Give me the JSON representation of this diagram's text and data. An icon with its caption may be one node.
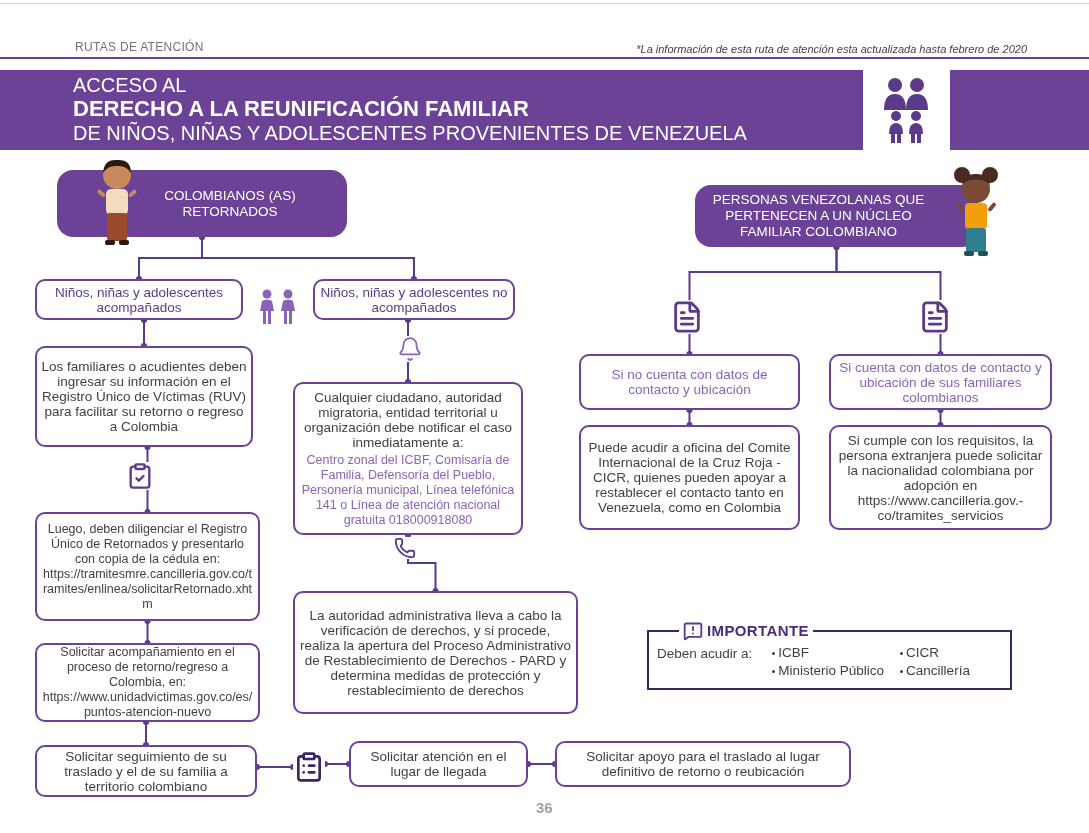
{
  "diagram": {
    "title": "ACCESO AL **DERECHO A LA REUNIFICACIÓN FAMILIAR** DE NIÑOS, NIÑAS Y ADOLESCENTES PROVENIENTES DE VENEZUELA",
    "nodes": [
      {
        "text": [
          "COLOMBIANOS (AS) RETORNADOS"
        ]
      },
      {
        "text": [
          "Niños, niñas y adolescentes acompañados"
        ]
      },
      {
        "text": [
          "Niños, niñas y adolescentes no acompañados"
        ]
      },
      {
        "text": [
          "Los familiares o acudientes deben ingresar su información en el Registro Único de Víctimas (RUV) para facilitar su retorno o regreso a Colombia"
        ]
      },
      {
        "text": [
          "Luego, deben diligenciar el Registro Único de Retornados y presentarlo con copia de la cédula en: https://tramitesmre.cancilleria.gov.co/tramites/enlinea/solicitarRetornado.xhtm"
        ]
      },
      {
        "text": [
          "Solicitar acompañamiento en el proceso de retorno/regreso a Colombia, en: https://www.unidadvictimas.gov.co/es/puntos-atencion-nuevo"
        ]
      },
      {
        "text": [
          "Solicitar seguimiento de su traslado y el de su familia a territorio colombiano"
        ]
      },
      {
        "text": [],
        "shape": "picture"
      },
      {
        "text": [
          "Solicitar atención en el lugar de llegada"
        ]
      },
      {
        "text": [
          "Solicitar apoyo para el traslado al lugar definitivo de retorno o reubicación"
        ]
      },
      {
        "text": [
          "Cualquier ciudadano, autoridad migratoria, entidad territorial u organización debe notificar el caso inmediatamente a:",
          "Centro zonal del ICBF, Comisaría de Familia, Defensoría del Pueblo, Personería municipal, Línea telefónica 141 o Línea de atención nacional gratuita 018000918080"
        ]
      },
      {
        "text": [
          "La autoridad administrativa lleva a cabo la verificación de derechos, y si procede, realiza la apertura del Proceso Administrativo de Restablecimiento de Derechos -  PARD y determina medidas de protección y restablecimiento de derechos"
        ]
      },
      {
        "text": [
          "PERSONAS VENEZOLANAS QUE PERTENECEN A UN NÚCLEO FAMILIAR COLOMBIANO"
        ]
      },
      {
        "text": [
          "Si no cuenta con datos de contacto y ubicación"
        ]
      },
      {
        "text": [
          "Si cuenta con datos de contacto y ubicación de sus familiares colombianos"
        ]
      },
      {
        "text": [
          "Puede acudir a oficina del Comite Internacional de la Cruz Roja - CICR, quienes pueden apoyar a restablecer el contacto tanto en Venezuela, como en Colombia"
        ]
      },
      {
        "text": [
          "Si cumple con los requisitos, la persona extranjera puede solicitar la nacionalidad colombiana por adopción en https://www.cancilleria.gov.-co/tramites_servicios"
        ]
      },
      {
        "text": [
          "IMPORTANTE",
          "Deben acudir a:",
          "ICBF",
          "CICR",
          "Ministerio Público",
          "Cancillería"
        ]
      }
    ],
    "edges": [
      {
        "from": 0,
        "to": 1,
        "arrow": "other"
      },
      {
        "from": 0,
        "to": 2,
        "arrow": "other"
      },
      {
        "from": 1,
        "to": 3,
        "arrow": "other"
      },
      {
        "from": 3,
        "to": 4,
        "arrow": "other"
      },
      {
        "from": 4,
        "to": 5,
        "arrow": "other"
      },
      {
        "from": 5,
        "to": 6,
        "arrow": "other"
      },
      {
        "from": 6,
        "to": 7,
        "arrow": "other"
      },
      {
        "from": 7,
        "to": 8,
        "arrow": "other"
      },
      {
        "from": 8,
        "to": 9,
        "arrow": "other"
      },
      {
        "from": 2,
        "to": 10,
        "arrow": "other"
      },
      {
        "from": 10,
        "to": 11,
        "arrow": "other"
      },
      {
        "from": 12,
        "to": 13,
        "arrow": "other"
      },
      {
        "from": 12,
        "to": 14,
        "arrow": "other"
      },
      {
        "from": 13,
        "to": 15,
        "arrow": "other"
      },
      {
        "from": 14,
        "to": 16,
        "arrow": "other"
      }
    ],
    "labels": [
      "RUTAS DE ATENCIÓN",
      "*La información de esta ruta de atención esta actualizada hasta febrero de 2020",
      "36"
    ]
  }
}
